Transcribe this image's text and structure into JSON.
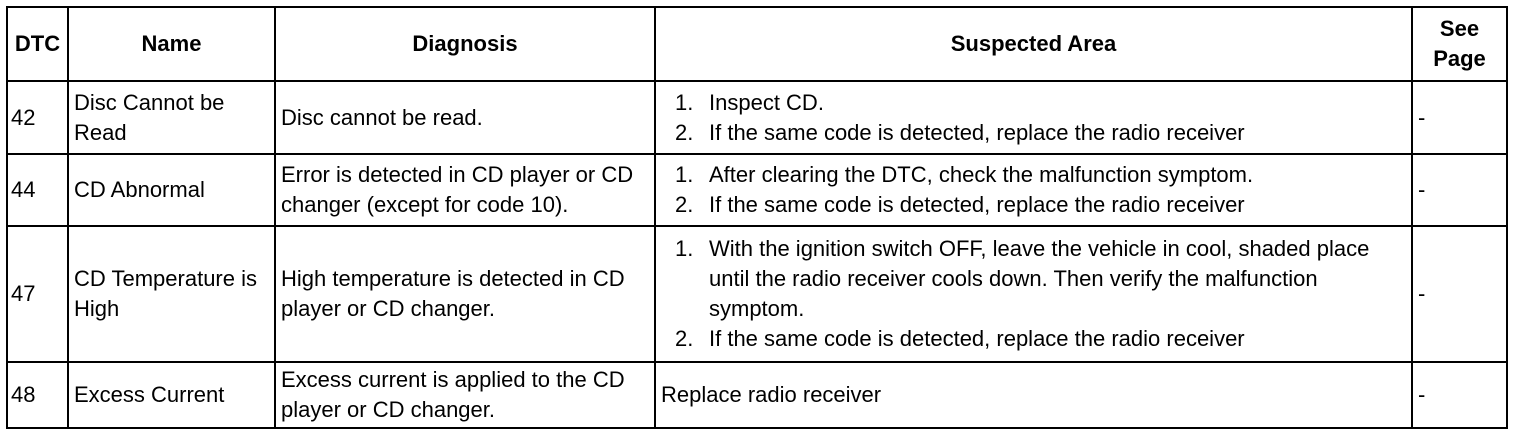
{
  "headers": {
    "dtc": "DTC",
    "name": "Name",
    "diagnosis": "Diagnosis",
    "suspected_area": "Suspected Area",
    "see_page_line1": "See",
    "see_page_line2": "Page"
  },
  "rows": [
    {
      "dtc": "42",
      "name": "Disc Cannot be Read",
      "diagnosis": "Disc cannot be read.",
      "suspected_area": {
        "steps": [
          {
            "num": "1.",
            "text": "Inspect CD."
          },
          {
            "num": "2.",
            "text": "If the same code is detected, replace the radio receiver"
          }
        ]
      },
      "see_page": "-"
    },
    {
      "dtc": "44",
      "name": "CD Abnormal",
      "diagnosis": "Error is detected in CD player or CD changer (except for code 10).",
      "suspected_area": {
        "steps": [
          {
            "num": "1.",
            "text": "After clearing the DTC, check the malfunction symptom."
          },
          {
            "num": "2.",
            "text": "If the same code is detected, replace the radio receiver"
          }
        ]
      },
      "see_page": "-"
    },
    {
      "dtc": "47",
      "name": "CD Temperature is High",
      "diagnosis": "High temperature is detected in CD player or CD changer.",
      "suspected_area": {
        "steps": [
          {
            "num": "1.",
            "text": "With the ignition switch OFF, leave the vehicle in cool, shaded place until the radio receiver cools down. Then verify the malfunction symptom."
          },
          {
            "num": "2.",
            "text": "If the same code is detected, replace the radio receiver"
          }
        ]
      },
      "see_page": "-"
    },
    {
      "dtc": "48",
      "name": "Excess Current",
      "diagnosis": "Excess current is applied to the CD player or CD changer.",
      "suspected_area": {
        "text": "Replace radio receiver"
      },
      "see_page": "-"
    }
  ]
}
